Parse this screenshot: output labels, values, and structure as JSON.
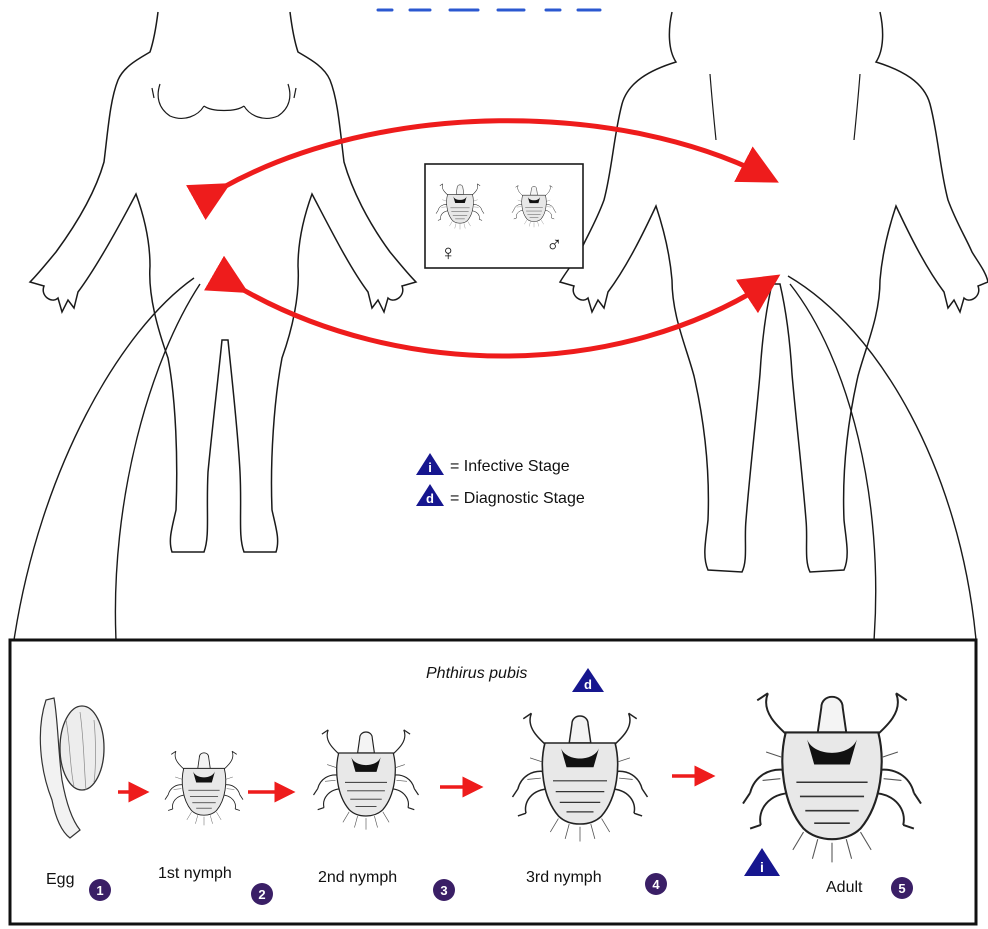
{
  "title": "Phthirus pubis",
  "legend": {
    "infective_symbol": "i",
    "infective_label": "= Infective Stage",
    "diagnostic_symbol": "d",
    "diagnostic_label": "= Diagnostic Stage"
  },
  "sex_symbols": {
    "female": "♀",
    "male": "♂"
  },
  "stages": [
    {
      "label": "Egg",
      "number": "1"
    },
    {
      "label": "1st nymph",
      "number": "2"
    },
    {
      "label": "2nd nymph",
      "number": "3"
    },
    {
      "label": "3rd nymph",
      "number": "4"
    },
    {
      "label": "Adult",
      "number": "5"
    }
  ],
  "colors": {
    "arrow": "#ee1c1c",
    "stage_badge": "#3a1f66",
    "triangle": "#16168f",
    "outline": "#1a1a1a"
  },
  "icons": [
    "body-outline",
    "louse",
    "egg",
    "double-arrow",
    "triangle-badge",
    "circle-number"
  ]
}
